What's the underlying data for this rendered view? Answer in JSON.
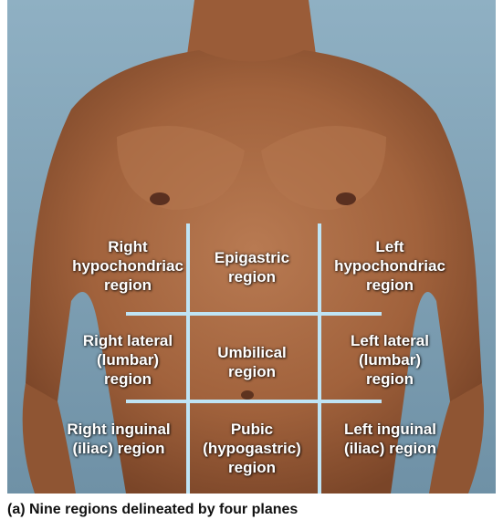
{
  "regions": [
    {
      "label": "Right\nhypochondriac\nregion",
      "key": "right-hypochondriac"
    },
    {
      "label": "Epigastric\nregion",
      "key": "epigastric"
    },
    {
      "label": "Left\nhypochondriac\nregion",
      "key": "left-hypochondriac"
    },
    {
      "label": "Right lateral\n(lumbar)\nregion",
      "key": "right-lateral"
    },
    {
      "label": "Umbilical\nregion",
      "key": "umbilical"
    },
    {
      "label": "Left lateral\n(lumbar)\nregion",
      "key": "left-lateral"
    },
    {
      "label": "Right inguinal\n(iliac) region",
      "key": "right-inguinal"
    },
    {
      "label": "Pubic\n(hypogastric)\nregion",
      "key": "pubic"
    },
    {
      "label": "Left inguinal\n(iliac) region",
      "key": "left-inguinal"
    }
  ],
  "caption": "(a) Nine regions delineated by four planes",
  "colors": {
    "background": "#7fa0b4",
    "skin": "#a86a45",
    "plane_lines": "#bfe4f5",
    "label_text": "#ffffff"
  }
}
